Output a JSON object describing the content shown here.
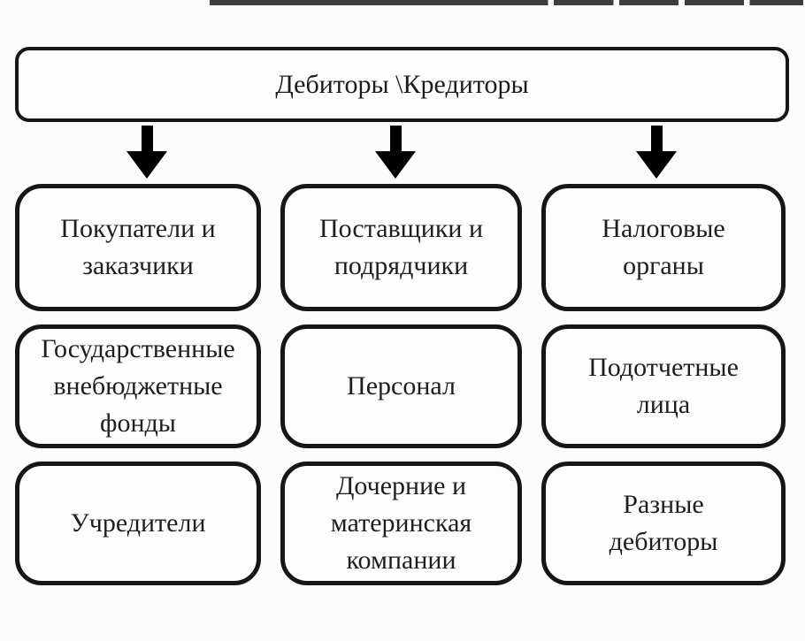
{
  "diagram": {
    "title": "Дебиторы \\Кредиторы",
    "arrows": [
      {
        "icon": "down-arrow-icon"
      },
      {
        "icon": "down-arrow-icon"
      },
      {
        "icon": "down-arrow-icon"
      }
    ],
    "cells": [
      {
        "label": [
          "Покупатели и",
          "заказчики"
        ]
      },
      {
        "label": [
          "Поставщики и",
          "подрядчики"
        ]
      },
      {
        "label": [
          "Налоговые",
          "органы"
        ]
      },
      {
        "label": [
          "Государственные",
          "внебюджетные",
          "фонды"
        ]
      },
      {
        "label": [
          "Персонал"
        ]
      },
      {
        "label": [
          "Подотчетные",
          "лица"
        ]
      },
      {
        "label": [
          "Учредители"
        ]
      },
      {
        "label": [
          "Дочерние и",
          "материнская",
          "компании"
        ]
      },
      {
        "label": [
          "Разные",
          "дебиторы"
        ]
      }
    ],
    "colors": {
      "box_border": "#161616",
      "text": "#1e1e1e",
      "arrow": "#000000",
      "background": "#fcfcfc",
      "top_bar_artifact": "#3d3d3d"
    }
  }
}
